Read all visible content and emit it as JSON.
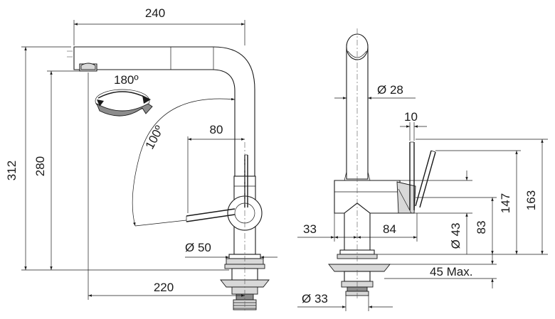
{
  "dimensions": {
    "width_240": "240",
    "height_312": "312",
    "height_280": "280",
    "rotation_180": "180º",
    "rotation_100": "100º",
    "offset_80": "80",
    "diameter_50": "Ø 50",
    "reach_220": "220",
    "diameter_28": "Ø 28",
    "lever_10": "10",
    "height_163": "163",
    "height_147": "147",
    "width_33": "33",
    "width_84": "84",
    "diameter_43": "Ø 43",
    "height_83": "83",
    "max_45": "45 Max.",
    "diameter_33": "Ø 33"
  },
  "colors": {
    "line": "#1a1a1a",
    "fill_light": "#d8d8d8",
    "fill_dark": "#8c8c8c"
  }
}
